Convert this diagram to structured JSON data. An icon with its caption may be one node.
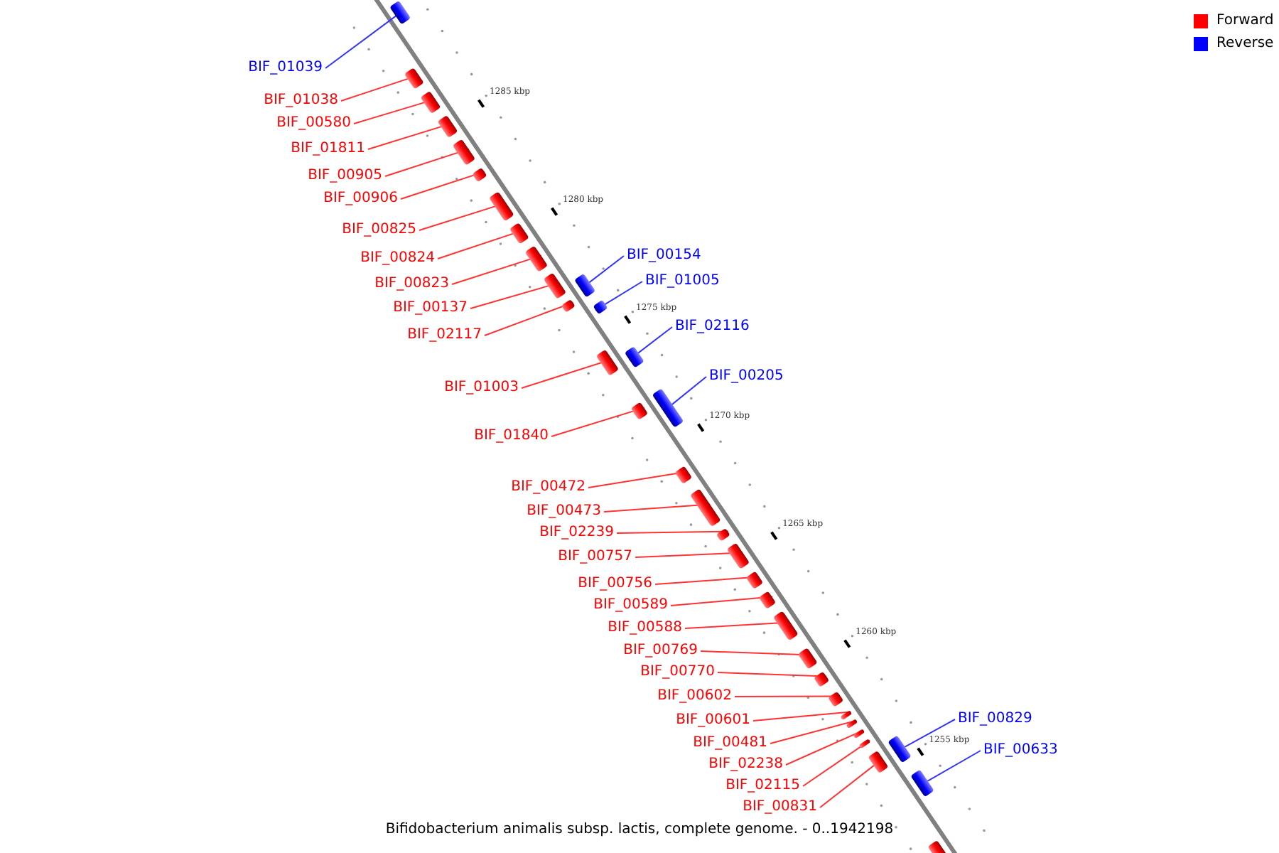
{
  "diagram": {
    "caption": "Bifidobacterium animalis subsp. lactis, complete genome. - 0..1942198",
    "nodes": [
      {
        "text": [
          "BIF_01039"
        ]
      },
      {
        "text": [],
        "shape": "box"
      },
      {
        "text": [
          "BIF_01038"
        ]
      },
      {
        "text": [],
        "shape": "box"
      },
      {
        "text": [
          "BIF_00580"
        ]
      },
      {
        "text": [],
        "shape": "box"
      },
      {
        "text": [
          "BIF_01811"
        ]
      },
      {
        "text": [],
        "shape": "box"
      },
      {
        "text": [
          "BIF_00905"
        ]
      },
      {
        "text": [],
        "shape": "box"
      },
      {
        "text": [
          "BIF_00906"
        ]
      },
      {
        "text": [],
        "shape": "box"
      },
      {
        "text": [
          "BIF_00825"
        ]
      },
      {
        "text": [],
        "shape": "box"
      },
      {
        "text": [
          "BIF_00824"
        ]
      },
      {
        "text": [],
        "shape": "box"
      },
      {
        "text": [
          "BIF_00823"
        ]
      },
      {
        "text": [],
        "shape": "box"
      },
      {
        "text": [
          "BIF_00137"
        ]
      },
      {
        "text": [],
        "shape": "box"
      },
      {
        "text": [
          "BIF_00154"
        ]
      },
      {
        "text": [],
        "shape": "box"
      },
      {
        "text": [
          "BIF_02117"
        ]
      },
      {
        "text": [],
        "shape": "box"
      },
      {
        "text": [
          "BIF_01005"
        ]
      },
      {
        "text": [],
        "shape": "box"
      },
      {
        "text": [
          "BIF_02116"
        ]
      },
      {
        "text": [],
        "shape": "box"
      },
      {
        "text": [
          "BIF_01003"
        ]
      },
      {
        "text": [],
        "shape": "box"
      },
      {
        "text": [
          "BIF_00205"
        ]
      },
      {
        "text": [],
        "shape": "box"
      },
      {
        "text": [
          "BIF_01840"
        ]
      },
      {
        "text": [],
        "shape": "box"
      },
      {
        "text": [
          "BIF_00472"
        ]
      },
      {
        "text": [],
        "shape": "box"
      },
      {
        "text": [
          "BIF_00473"
        ]
      },
      {
        "text": [],
        "shape": "box"
      },
      {
        "text": [
          "BIF_02239"
        ]
      },
      {
        "text": [],
        "shape": "box"
      },
      {
        "text": [
          "BIF_00757"
        ]
      },
      {
        "text": [],
        "shape": "box"
      },
      {
        "text": [
          "BIF_00756"
        ]
      },
      {
        "text": [],
        "shape": "box"
      },
      {
        "text": [
          "BIF_00589"
        ]
      },
      {
        "text": [],
        "shape": "box"
      },
      {
        "text": [
          "BIF_00588"
        ]
      },
      {
        "text": [],
        "shape": "box"
      },
      {
        "text": [
          "BIF_00769"
        ]
      },
      {
        "text": [],
        "shape": "box"
      },
      {
        "text": [
          "BIF_00770"
        ]
      },
      {
        "text": [],
        "shape": "box"
      },
      {
        "text": [
          "BIF_00602"
        ]
      },
      {
        "text": [],
        "shape": "box"
      },
      {
        "text": [
          "BIF_00601"
        ]
      },
      {
        "text": [],
        "shape": "box"
      },
      {
        "text": [
          "BIF_00481"
        ]
      },
      {
        "text": [],
        "shape": "box"
      },
      {
        "text": [
          "BIF_02238"
        ]
      },
      {
        "text": [],
        "shape": "box"
      },
      {
        "text": [
          "BIF_02115"
        ]
      },
      {
        "text": [],
        "shape": "box"
      },
      {
        "text": [
          "BIF_00829"
        ]
      },
      {
        "text": [],
        "shape": "box"
      },
      {
        "text": [
          "BIF_00831"
        ]
      },
      {
        "text": [],
        "shape": "box"
      },
      {
        "text": [
          "BIF_00633"
        ]
      },
      {
        "text": [],
        "shape": "box"
      },
      {
        "text": [],
        "shape": "box"
      }
    ],
    "edges": [
      {
        "from": 0,
        "to": 1,
        "arrow": "none",
        "color": "#3333ff"
      },
      {
        "from": 2,
        "to": 3,
        "arrow": "none"
      },
      {
        "from": 4,
        "to": 5,
        "arrow": "none"
      },
      {
        "from": 6,
        "to": 7,
        "arrow": "none"
      },
      {
        "from": 8,
        "to": 9,
        "arrow": "none"
      },
      {
        "from": 10,
        "to": 11,
        "arrow": "none"
      },
      {
        "from": 12,
        "to": 13,
        "arrow": "none"
      },
      {
        "from": 14,
        "to": 15,
        "arrow": "none"
      },
      {
        "from": 16,
        "to": 17,
        "arrow": "none"
      },
      {
        "from": 18,
        "to": 19,
        "arrow": "none"
      },
      {
        "from": 20,
        "to": 21,
        "arrow": "none",
        "color": "#3333ff"
      },
      {
        "from": 22,
        "to": 23,
        "arrow": "none"
      },
      {
        "from": 24,
        "to": 25,
        "arrow": "none",
        "color": "#3333ff"
      },
      {
        "from": 26,
        "to": 27,
        "arrow": "none",
        "color": "#3333ff"
      },
      {
        "from": 28,
        "to": 29,
        "arrow": "none"
      },
      {
        "from": 30,
        "to": 31,
        "arrow": "none",
        "color": "#3333ff"
      },
      {
        "from": 32,
        "to": 33,
        "arrow": "none"
      },
      {
        "from": 34,
        "to": 35,
        "arrow": "none"
      },
      {
        "from": 36,
        "to": 37,
        "arrow": "none"
      },
      {
        "from": 38,
        "to": 39,
        "arrow": "none"
      },
      {
        "from": 40,
        "to": 41,
        "arrow": "none"
      },
      {
        "from": 42,
        "to": 43,
        "arrow": "none"
      },
      {
        "from": 44,
        "to": 45,
        "arrow": "none"
      },
      {
        "from": 46,
        "to": 47,
        "arrow": "none"
      },
      {
        "from": 48,
        "to": 49,
        "arrow": "none"
      },
      {
        "from": 50,
        "to": 51,
        "arrow": "none"
      },
      {
        "from": 52,
        "to": 53,
        "arrow": "none"
      },
      {
        "from": 54,
        "to": 55,
        "arrow": "none"
      },
      {
        "from": 56,
        "to": 57,
        "arrow": "none"
      },
      {
        "from": 58,
        "to": 59,
        "arrow": "none"
      },
      {
        "from": 60,
        "to": 61,
        "arrow": "none"
      },
      {
        "from": 62,
        "to": 63,
        "arrow": "none",
        "color": "#3333ff"
      },
      {
        "from": 64,
        "to": 65,
        "arrow": "none"
      },
      {
        "from": 66,
        "to": 67,
        "arrow": "none",
        "color": "#3333ff"
      }
    ],
    "labels": [
      "1285 kbp",
      "1280 kbp",
      "1275 kbp",
      "1270 kbp",
      "1265 kbp",
      "1260 kbp",
      "1255 kbp"
    ],
    "legend": [
      {
        "text": "Forward",
        "color": "#ff0000"
      },
      {
        "text": "Reverse",
        "color": "#0000ff"
      }
    ]
  }
}
